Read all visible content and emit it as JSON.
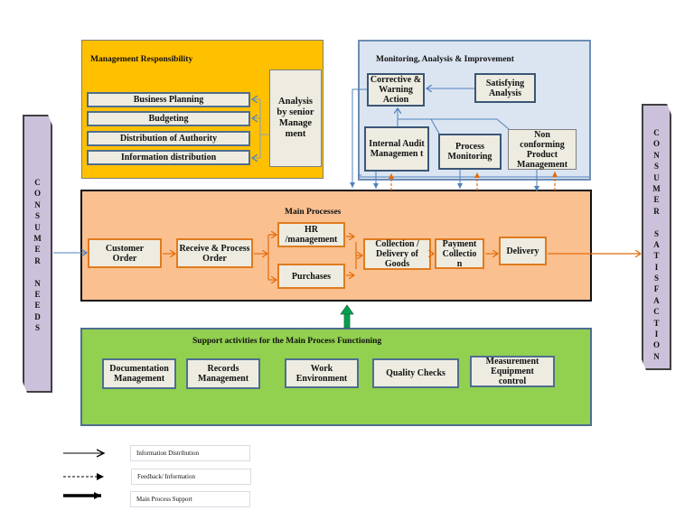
{
  "colors": {
    "management_bg": "#ffc000",
    "monitoring_bg": "#dbe5f1",
    "main_bg": "#fac090",
    "support_bg": "#92d050",
    "side_bg": "#ccc1da",
    "box_bg": "#eeece1",
    "info_arrow": "#4f81bd",
    "feedback_arrow": "#e46c0a",
    "process_arrow": "#e46c0a",
    "support_arrow": "#00a050"
  },
  "consumer_needs": {
    "letters": [
      "C",
      "O",
      "N",
      "S",
      "U",
      "M",
      "E",
      "R",
      " ",
      "N",
      "E",
      "E",
      "D",
      "S"
    ]
  },
  "consumer_satisfaction": {
    "letters": [
      "C",
      "O",
      "N",
      "S",
      "U",
      "M",
      "E",
      "R",
      " ",
      "S",
      "A",
      "T",
      "I",
      "S",
      "F",
      "A",
      "C",
      "T",
      "I",
      "O",
      "N"
    ]
  },
  "management": {
    "title": "Management Responsibility",
    "items": [
      "Business Planning",
      "Budgeting",
      "Distribution of Authority",
      "Information distribution"
    ],
    "analysis": "Analysis by senior Manage ment"
  },
  "monitoring": {
    "title": "Monitoring, Analysis & Improvement",
    "corrective": "Corrective & Warning Action",
    "satisfying": "Satisfying Analysis",
    "internal_audit": "Internal Audit Managemen t",
    "process_monitoring": "Process Monitoring",
    "nonconforming": "Non conforming Product Management"
  },
  "main": {
    "title": "Main Processes",
    "customer_order": "Customer Order",
    "receive_process": "Receive & Process Order",
    "hr": "HR /management",
    "purchases": "Purchases",
    "collection": "Collection / Delivery of Goods",
    "payment": "Payment Collectio n",
    "delivery": "Delivery"
  },
  "support": {
    "title": "Support activities for the Main Process Functioning",
    "items": [
      "Documentation Management",
      "Records Management",
      "Work Environment",
      "Quality Checks",
      "Measurement Equipment control"
    ]
  },
  "legend": {
    "items": [
      {
        "label": "Information Distribution",
        "style": "solid-arrow"
      },
      {
        "label": "Feedback/ Information",
        "style": "dashed-arrow"
      },
      {
        "label": "Main Process Support",
        "style": "thick-arrow"
      }
    ]
  }
}
